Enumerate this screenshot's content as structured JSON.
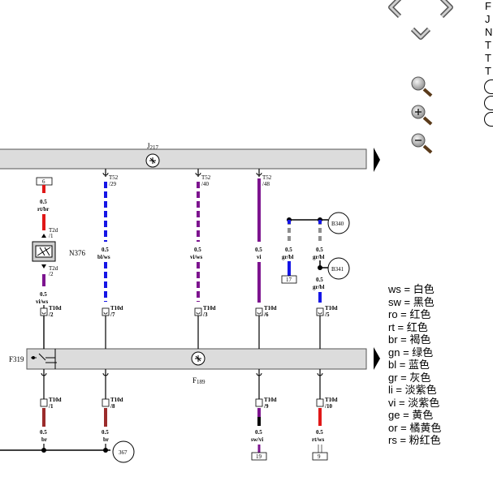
{
  "side_labels": [
    "F",
    "J",
    "N",
    "T",
    "T",
    "T"
  ],
  "components": {
    "J217": {
      "name": "J",
      "sub": "217"
    },
    "F189": {
      "name": "F",
      "sub": "189"
    },
    "F319": "F319",
    "N376": "N376",
    "B340": "B340",
    "B341": "B341",
    "G367": "367"
  },
  "boxes": {
    "b6": "6",
    "b17": "17",
    "b19": "19",
    "b9": "9"
  },
  "wire_labels": {
    "w1_top_size": "0.5",
    "w1_top_color": "rt/br",
    "t2d_1_a": "T2d",
    "t2d_1_b": "/1",
    "t2d_2_a": "T2d",
    "t2d_2_b": "/2",
    "w1_mid_size": "0.5",
    "w1_mid_color": "vi/ws",
    "t52_29_a": "T52",
    "t52_29_b": "/29",
    "t52_40_a": "T52",
    "t52_40_b": "/40",
    "t52_48_a": "T52",
    "t52_48_b": "/48",
    "w2_size": "0.5",
    "w2_color": "bl/ws",
    "w3_size": "0.5",
    "w3_color": "vi/ws",
    "w4_size": "0.5",
    "w4_color": "vi",
    "w5_size": "0.5",
    "w5_color": "gr/bl",
    "w6a_size": "0.5",
    "w6a_color": "gr/bl",
    "w6b_size": "0.5",
    "w6b_color": "gr/bl",
    "t10d_2_a": "T10d",
    "t10d_2_b": "/2",
    "t10d_7_a": "T10d",
    "t10d_7_b": "/7",
    "t10d_3_a": "T10d",
    "t10d_3_b": "/3",
    "t10d_6_a": "T10d",
    "t10d_6_b": "/6",
    "t10d_5_a": "T10d",
    "t10d_5_b": "/5",
    "t10d_1_a": "T10d",
    "t10d_1_b": "/1",
    "t10d_8_a": "T10d",
    "t10d_8_b": "/8",
    "t10d_9_a": "T10d",
    "t10d_9_b": "/9",
    "t10d_10_a": "T10d",
    "t10d_10_b": "/10",
    "b1_size": "0.5",
    "b1_color": "br",
    "b2_size": "0.5",
    "b2_color": "br",
    "b3_size": "0.5",
    "b3_color": "sw/vi",
    "b4_size": "0.5",
    "b4_color": "rt/ws"
  },
  "legend": [
    "ws = 白色",
    "sw = 黑色",
    "ro = 红色",
    "rt = 红色",
    "br = 褐色",
    "gn = 绿色",
    "bl = 蓝色",
    "gr = 灰色",
    "li = 淡紫色",
    "vi = 淡紫色",
    "ge = 黄色",
    "or = 橘黄色",
    "rs = 粉红色"
  ],
  "icons": {
    "nav_left": "chevron-left-icon",
    "nav_right": "chevron-right-icon",
    "nav_down": "chevron-down-icon",
    "zoom_fit": "zoom-fit-icon",
    "zoom_in": "zoom-in-icon",
    "zoom_out": "zoom-out-icon"
  },
  "colors": {
    "blue": "#1515e6",
    "violet": "#7d148f",
    "red": "#e01818",
    "brown": "#9b2b2b",
    "grey": "#8e8e8e",
    "module": "#dcdcdc"
  }
}
